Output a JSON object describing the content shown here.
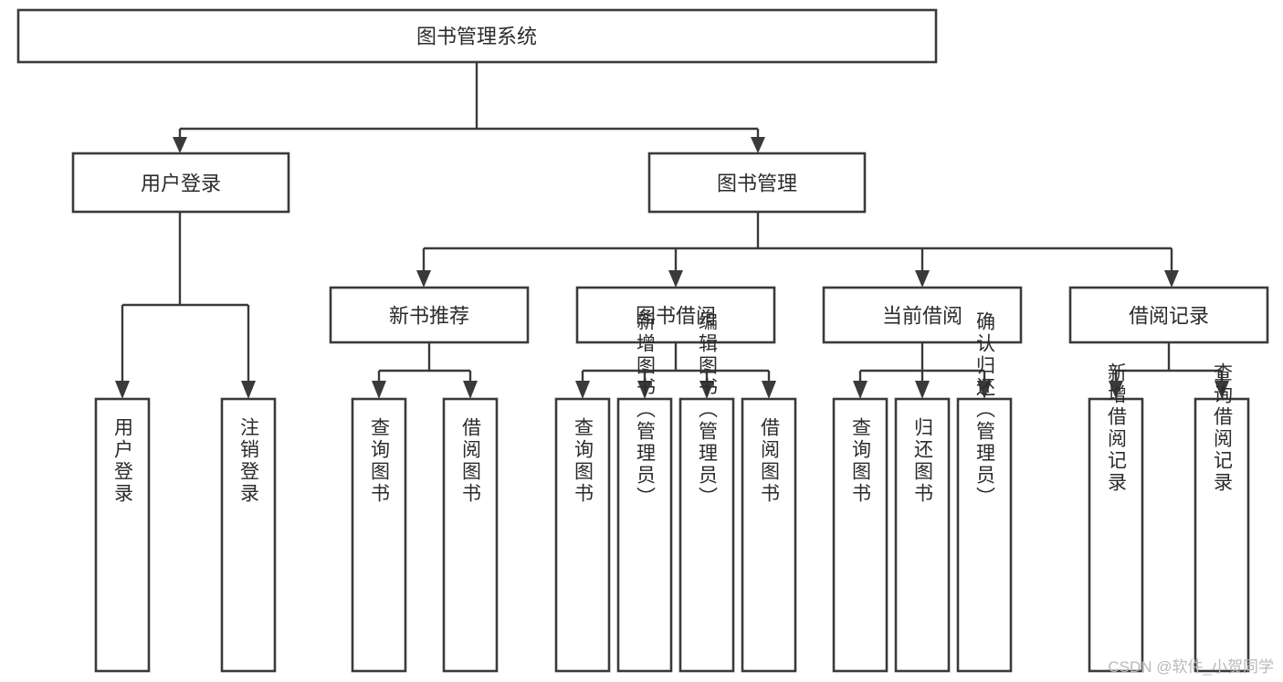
{
  "diagram": {
    "type": "tree-hierarchy",
    "title": "图书管理系统",
    "orientation": "top-down",
    "colors": {
      "box_stroke": "#3a3a3a",
      "box_fill": "#ffffff",
      "connector": "#3a3a3a",
      "text": "#2b2b2b",
      "background": "#ffffff",
      "watermark": "#b9b9b9"
    },
    "levels": [
      {
        "level": 1,
        "nodes": [
          {
            "id": "root",
            "label": "图书管理系统",
            "orientation": "horizontal"
          }
        ]
      },
      {
        "level": 2,
        "nodes": [
          {
            "id": "user_login",
            "label": "用户登录",
            "orientation": "horizontal",
            "parent": "root"
          },
          {
            "id": "book_manage",
            "label": "图书管理",
            "orientation": "horizontal",
            "parent": "root"
          }
        ]
      },
      {
        "level": 3,
        "nodes": [
          {
            "id": "new_book_rec",
            "label": "新书推荐",
            "orientation": "horizontal",
            "parent": "book_manage"
          },
          {
            "id": "book_borrow",
            "label": "图书借阅",
            "orientation": "horizontal",
            "parent": "book_manage"
          },
          {
            "id": "current_borrow",
            "label": "当前借阅",
            "orientation": "horizontal",
            "parent": "book_manage"
          },
          {
            "id": "borrow_record",
            "label": "借阅记录",
            "orientation": "horizontal",
            "parent": "book_manage"
          }
        ]
      },
      {
        "level": 4,
        "nodes": [
          {
            "id": "leaf_1",
            "label": "用户登录",
            "orientation": "vertical",
            "parent": "user_login"
          },
          {
            "id": "leaf_2",
            "label": "注销登录",
            "orientation": "vertical",
            "parent": "user_login"
          },
          {
            "id": "leaf_3",
            "label": "查询图书",
            "orientation": "vertical",
            "parent": "new_book_rec"
          },
          {
            "id": "leaf_4",
            "label": "借阅图书",
            "orientation": "vertical",
            "parent": "new_book_rec"
          },
          {
            "id": "leaf_5",
            "label": "查询图书",
            "orientation": "vertical",
            "parent": "book_borrow"
          },
          {
            "id": "leaf_6",
            "label": "新增图书（管理员）",
            "orientation": "vertical",
            "parent": "book_borrow"
          },
          {
            "id": "leaf_7",
            "label": "编辑图书（管理员）",
            "orientation": "vertical",
            "parent": "book_borrow"
          },
          {
            "id": "leaf_8",
            "label": "借阅图书",
            "orientation": "vertical",
            "parent": "book_borrow"
          },
          {
            "id": "leaf_9",
            "label": "查询图书",
            "orientation": "vertical",
            "parent": "current_borrow"
          },
          {
            "id": "leaf_10",
            "label": "归还图书",
            "orientation": "vertical",
            "parent": "current_borrow"
          },
          {
            "id": "leaf_11",
            "label": "确认归还（管理员）",
            "orientation": "vertical",
            "parent": "current_borrow"
          },
          {
            "id": "leaf_12",
            "label": "新增借阅记录",
            "orientation": "vertical",
            "parent": "borrow_record"
          },
          {
            "id": "leaf_13",
            "label": "查询借阅记录",
            "orientation": "vertical",
            "parent": "borrow_record"
          }
        ]
      }
    ]
  },
  "watermark": {
    "text": "CSDN @软件_小贺同学"
  }
}
